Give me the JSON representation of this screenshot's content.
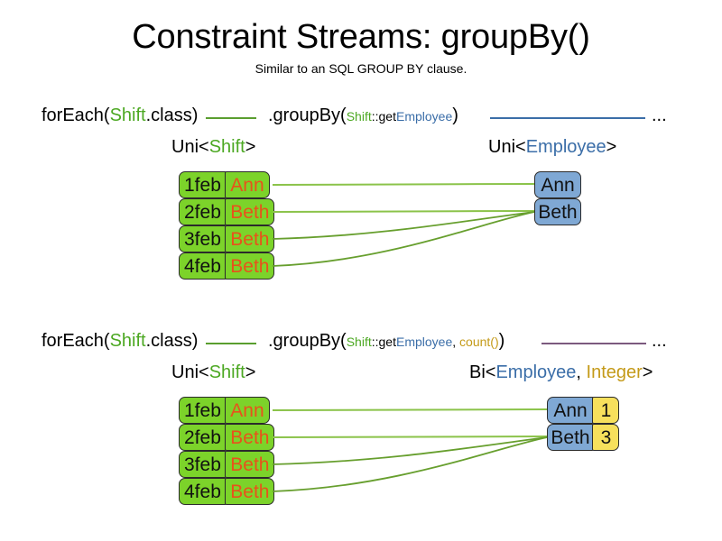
{
  "title": "Constraint Streams: groupBy()",
  "subtitle": "Similar to an SQL GROUP BY clause.",
  "colors": {
    "shift_green": "#7CD32A",
    "shift_name_text": "#E8521B",
    "employee_blue": "#7FA8D4",
    "count_yellow": "#F7E05C",
    "code_green": "#4CA822",
    "code_blue": "#3B6EA8",
    "code_gold": "#C49A18",
    "link_green": "#5A9E2F",
    "stream_blue_line": "#3B6EA8",
    "stream_purple_line": "#7B5A7E"
  },
  "sections": [
    {
      "id": "groupby-single",
      "code": {
        "foreach_pre": "forEach(",
        "foreach_type": "Shift",
        "foreach_post": ".class)",
        "groupby_pre": ".groupBy(",
        "mapper_type": "Shift",
        "mapper_sep": "::get",
        "mapper_prop": "Employee",
        "groupby_post": ")",
        "ellipsis": "..."
      },
      "left_label": {
        "prefix": "Uni<",
        "type": "Shift",
        "suffix": ">"
      },
      "right_label": {
        "prefix": "Uni<",
        "type": "Employee",
        "suffix": ">"
      },
      "left_rows": [
        {
          "date": "1feb",
          "name": "Ann"
        },
        {
          "date": "2feb",
          "name": "Beth"
        },
        {
          "date": "3feb",
          "name": "Beth"
        },
        {
          "date": "4feb",
          "name": "Beth"
        }
      ],
      "right_rows": [
        {
          "name": "Ann"
        },
        {
          "name": "Beth"
        }
      ]
    },
    {
      "id": "groupby-count",
      "code": {
        "foreach_pre": "forEach(",
        "foreach_type": "Shift",
        "foreach_post": ".class)",
        "groupby_pre": ".groupBy(",
        "mapper_type": "Shift",
        "mapper_sep": "::get",
        "mapper_prop": "Employee",
        "collector_sep": ", ",
        "collector": "count()",
        "groupby_post": ")",
        "ellipsis": "..."
      },
      "left_label": {
        "prefix": "Uni<",
        "type": "Shift",
        "suffix": ">"
      },
      "right_label": {
        "prefix": "Bi<",
        "type": "Employee",
        "sep": ", ",
        "type2": "Integer",
        "suffix": ">"
      },
      "left_rows": [
        {
          "date": "1feb",
          "name": "Ann"
        },
        {
          "date": "2feb",
          "name": "Beth"
        },
        {
          "date": "3feb",
          "name": "Beth"
        },
        {
          "date": "4feb",
          "name": "Beth"
        }
      ],
      "right_rows": [
        {
          "name": "Ann",
          "count": "1"
        },
        {
          "name": "Beth",
          "count": "3"
        }
      ]
    }
  ]
}
